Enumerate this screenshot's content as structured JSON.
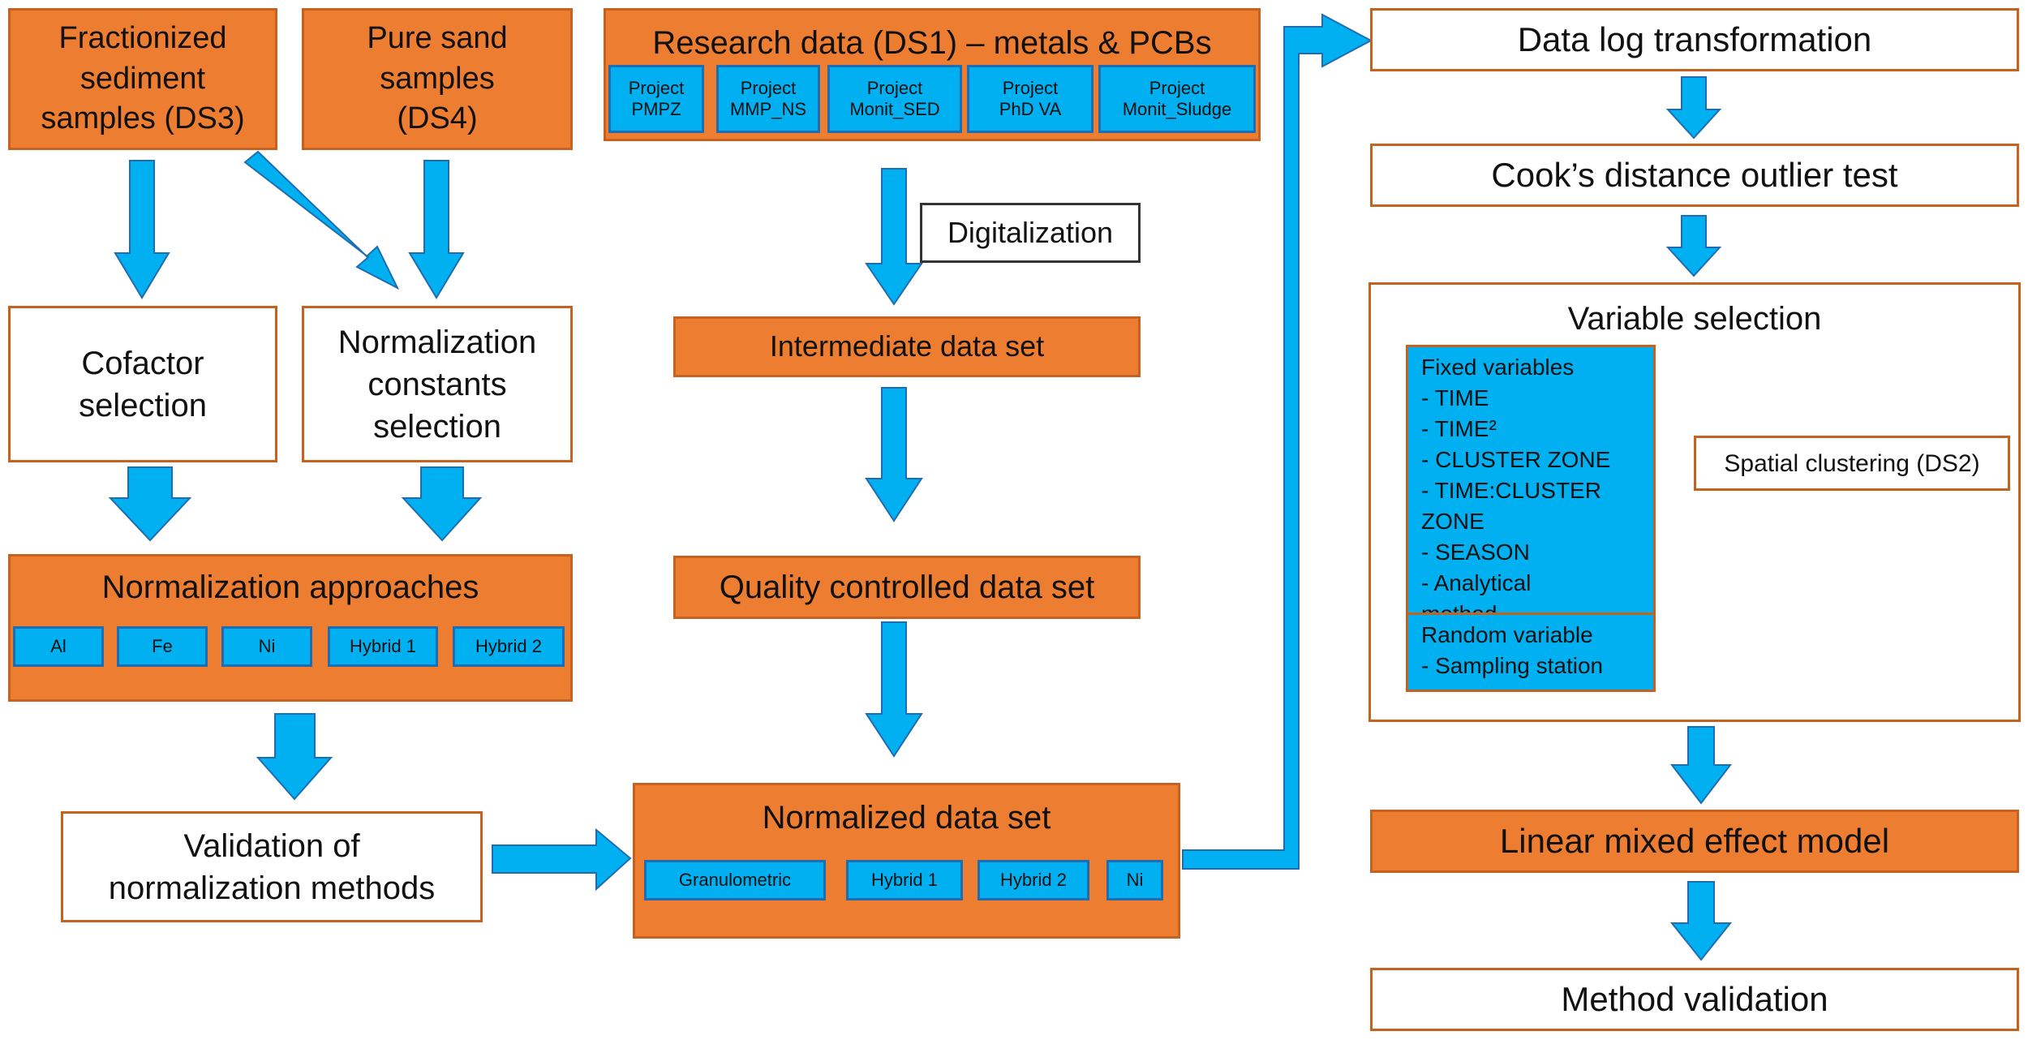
{
  "colors": {
    "orange": "#ed7d31",
    "orange_border": "#c5621f",
    "blue": "#00b0f0",
    "blue_border": "#1f6db0"
  },
  "left": {
    "fractionized": [
      "Fractionized",
      "sediment",
      "samples (DS3)"
    ],
    "pure_sand": [
      "Pure sand",
      "samples",
      "(DS4)"
    ],
    "cofactor": [
      "Cofactor",
      "selection"
    ],
    "normalization_constants": [
      "Normalization",
      "constants",
      "selection"
    ],
    "approaches_title": "Normalization approaches",
    "approaches_items": [
      "Al",
      "Fe",
      "Ni",
      "Hybrid 1",
      "Hybrid 2"
    ],
    "validation": [
      "Validation of",
      "normalization methods"
    ]
  },
  "middle": {
    "research_title": "Research data (DS1) – metals & PCBs",
    "projects": [
      [
        "Project",
        "PMPZ"
      ],
      [
        "Project",
        "MMP_NS"
      ],
      [
        "Project",
        "Monit_SED"
      ],
      [
        "Project",
        "PhD VA"
      ],
      [
        "Project",
        "Monit_Sludge"
      ]
    ],
    "digitalization": "Digitalization",
    "intermediate": "Intermediate data set",
    "quality": "Quality controlled data set",
    "normalized_title": "Normalized data set",
    "normalized_items": [
      "Granulometric",
      "Hybrid 1",
      "Hybrid 2",
      "Ni"
    ]
  },
  "right": {
    "log_transform": "Data log transformation",
    "cooks": "Cook’s distance outlier test",
    "variable_selection": "Variable selection",
    "fixed_vars": [
      "Fixed variables",
      " - TIME",
      " - TIME²",
      " - CLUSTER ZONE",
      " - TIME:CLUSTER",
      "ZONE",
      " - SEASON",
      " - Analytical",
      "   method"
    ],
    "random_vars": [
      "Random variable",
      " - Sampling station"
    ],
    "spatial": "Spatial clustering (DS2)",
    "lmm": "Linear mixed effect model",
    "method_validation": "Method validation"
  }
}
